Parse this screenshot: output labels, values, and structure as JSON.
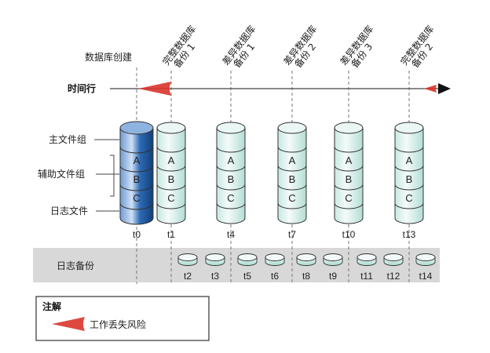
{
  "labels": {
    "db_created": "数据库创建",
    "timeline": "时间行",
    "primary_fg": "主文件组",
    "secondary_fg": "辅助文件组",
    "log_file": "日志文件",
    "log_backup": "日志备份",
    "legend_title": "注解",
    "legend_risk": "工作丢失风险"
  },
  "backup_labels": [
    {
      "line1": "完整数据库",
      "line2": "备份 1"
    },
    {
      "line1": "差异数据库",
      "line2": "备份 1"
    },
    {
      "line1": "差异数据库",
      "line2": "备份 2"
    },
    {
      "line1": "差异数据库",
      "line2": "备份 3"
    },
    {
      "line1": "完整数据库",
      "line2": "备份 2"
    }
  ],
  "cylinder_letters": [
    "A",
    "B",
    "C"
  ],
  "data_times": [
    "t0",
    "t1",
    "t4",
    "t7",
    "t10",
    "t13"
  ],
  "log_times": [
    "t2",
    "t3",
    "t5",
    "t6",
    "t8",
    "t9",
    "t11",
    "t12",
    "t14"
  ],
  "colors": {
    "db_blue": "#1f5fa8",
    "backup_teal": "#dff2ee",
    "outline": "#333333",
    "risk_red": "#d9342b",
    "log_strip": "#d8d8d8"
  }
}
